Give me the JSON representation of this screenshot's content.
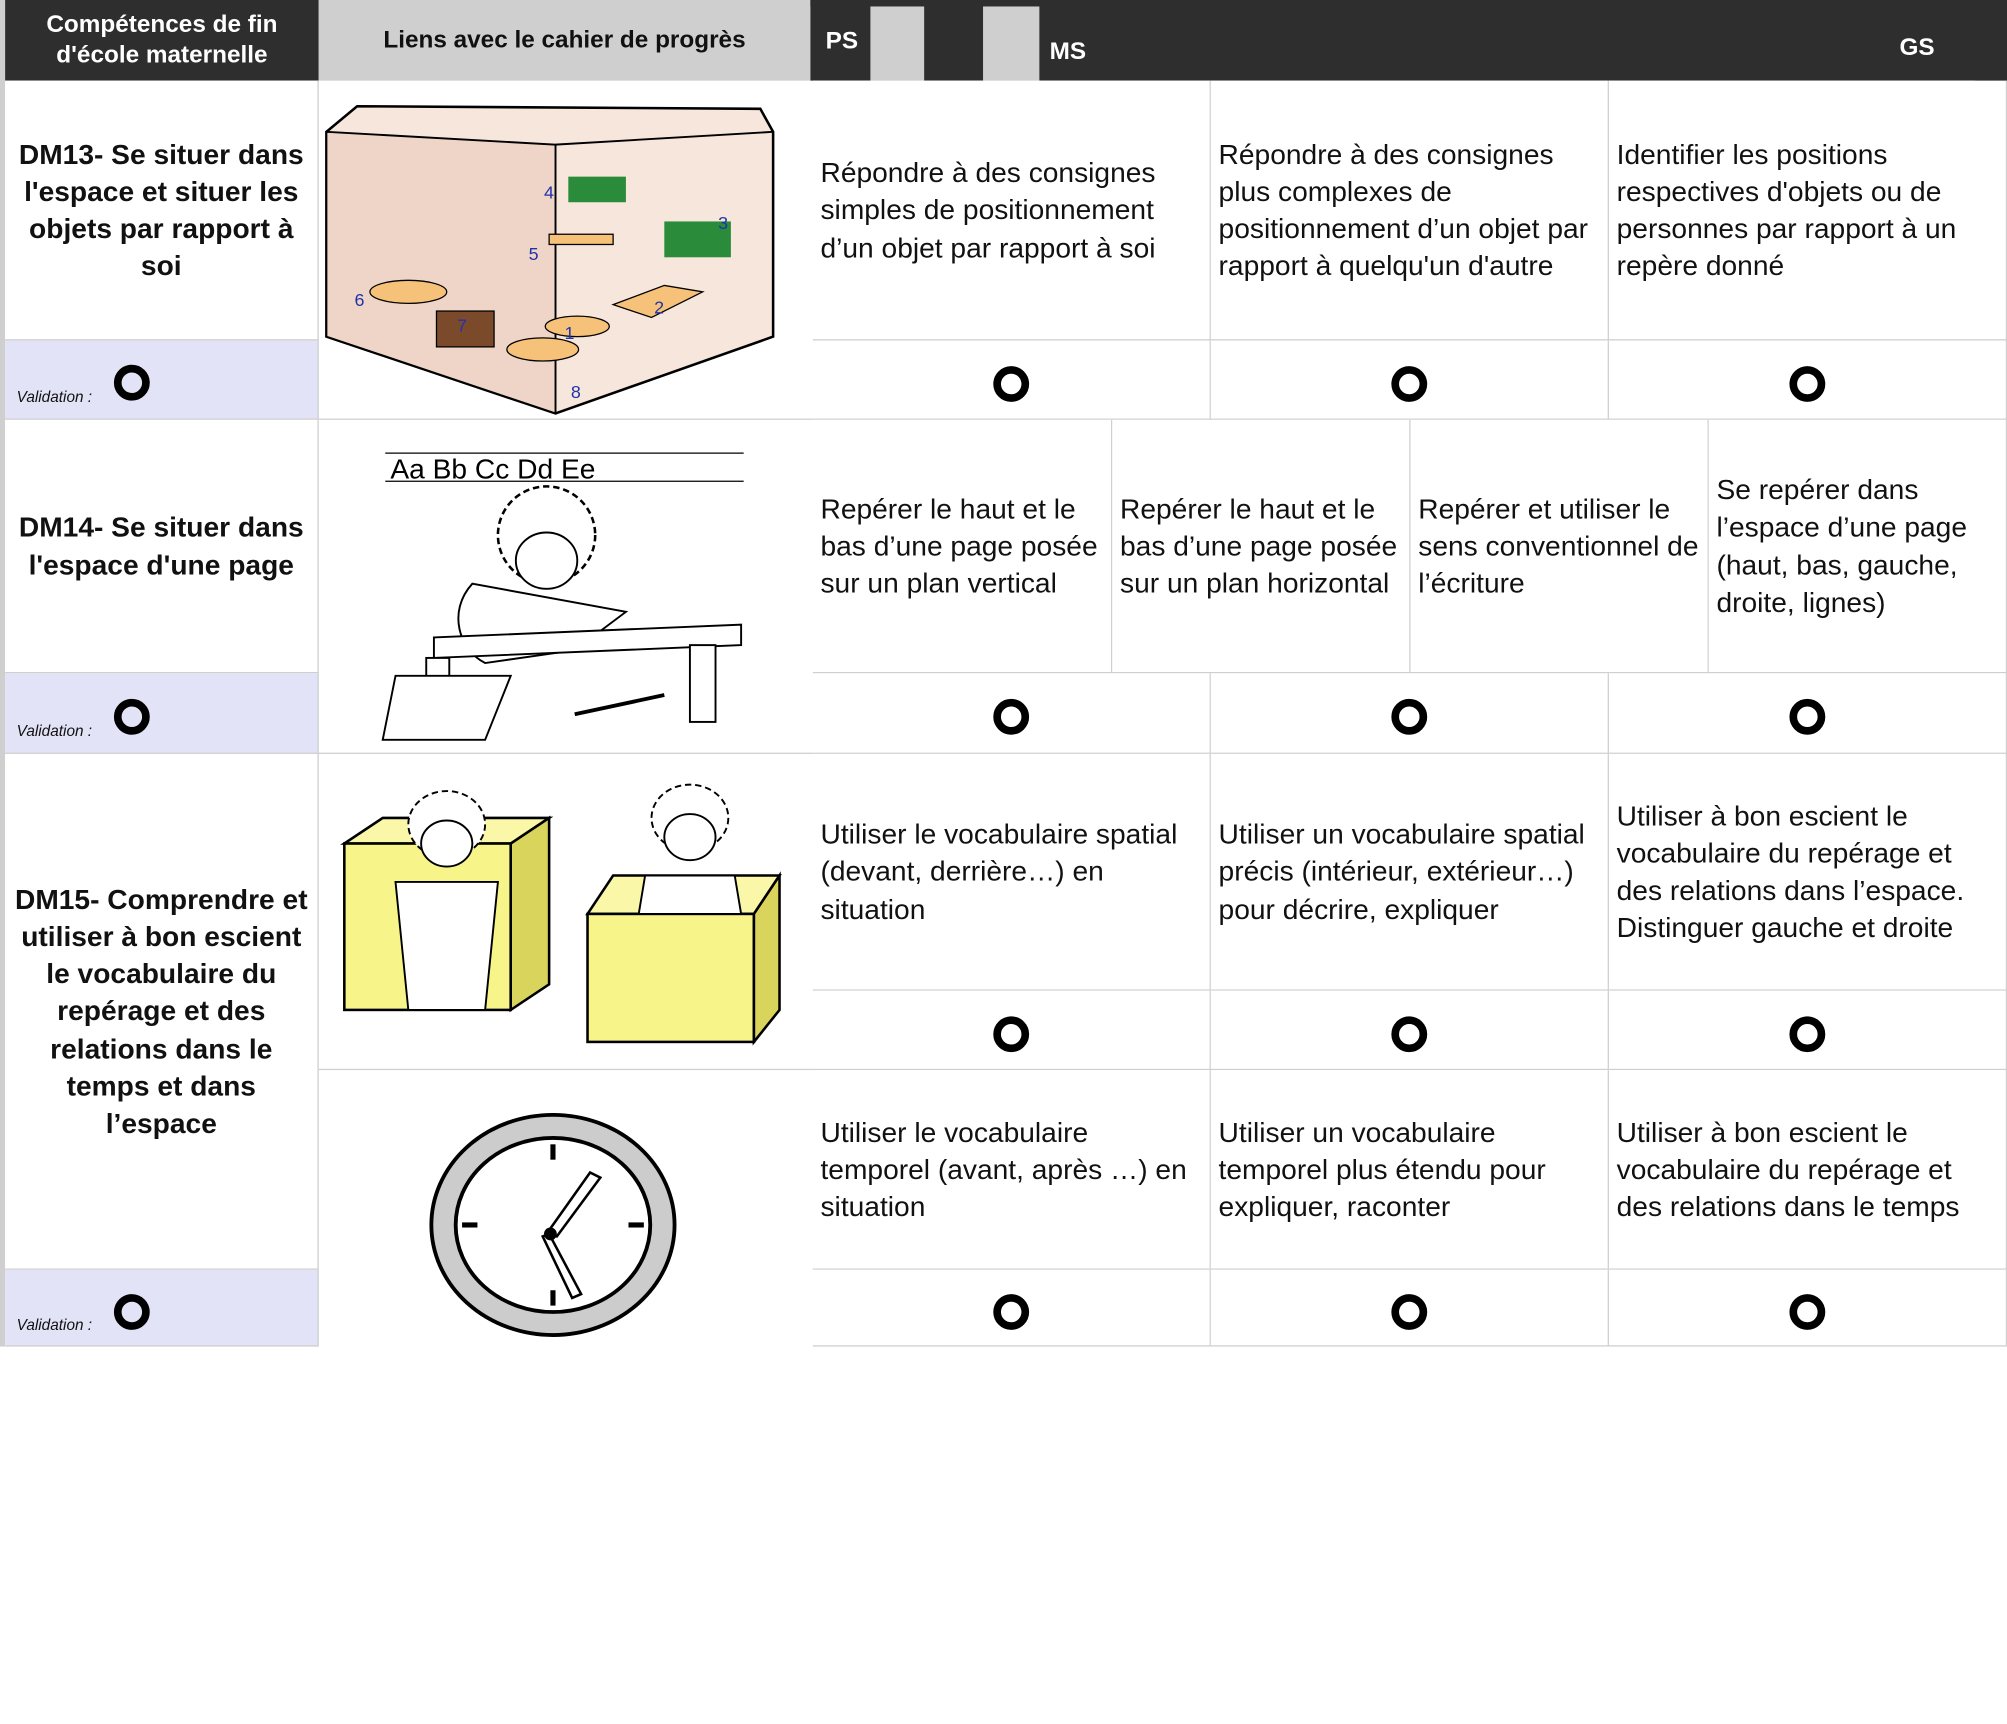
{
  "header": {
    "competences": "Compétences de fin d'école maternelle",
    "liens": "Liens avec le cahier de progrès",
    "ps": "PS",
    "ms": "MS",
    "gs": "GS"
  },
  "validation_label": "Validation :",
  "rows": [
    {
      "competence": "DM13- Se situer dans l'espace et situer les objets par rapport à soi",
      "cells": [
        "Répondre à des consignes simples de positionnement d’un objet par rapport à soi",
        "Répondre à des consignes plus complexes de positionnement d’un objet par rapport à quelqu'un d'autre",
        "Identifier les positions respectives d'objets ou de personnes par rapport à un repère donné"
      ],
      "image": "classroom-illustration",
      "room_numbers": [
        "4",
        "3",
        "5",
        "6",
        "7",
        "2",
        "1",
        "8"
      ]
    },
    {
      "competence": "DM14- Se situer dans l'espace d'une page",
      "cells": [
        "Repérer le haut et le bas d’une page posée sur un plan vertical",
        "Repérer le haut et le bas d’une page posée sur un plan horizontal",
        "Repérer et utiliser le sens conventionnel de l’écriture",
        "Se repérer dans l’espace d’une page (haut, bas, gauche, droite, lignes)"
      ],
      "image": "child-writing-illustration",
      "alphabet": "Aa Bb Cc Dd Ee"
    },
    {
      "competence": "DM15- Comprendre et utiliser à bon escient le vocabulaire du repérage et des relations dans le temps et dans l’espace",
      "cells_space": [
        "Utiliser le vocabulaire spatial (devant, derrière…) en situation",
        "Utiliser un vocabulaire spatial précis (intérieur, extérieur…) pour décrire, expliquer",
        "Utiliser à bon escient le vocabulaire du repérage et des relations dans l’espace.\nDistinguer gauche et droite"
      ],
      "cells_time": [
        "Utiliser le vocabulaire temporel (avant, après …) en situation",
        "Utiliser un vocabulaire temporel plus étendu pour expliquer, raconter",
        "Utiliser à bon escient le vocabulaire du repérage et des relations dans le temps"
      ],
      "image_space": "children-boxes-illustration",
      "image_time": "clock-icon"
    }
  ],
  "colors": {
    "header_dark": "#2e2e2e",
    "header_grey": "#cfcfcf",
    "validation_bg": "#e3e3f7",
    "box_yellow": "#f7f48a"
  }
}
